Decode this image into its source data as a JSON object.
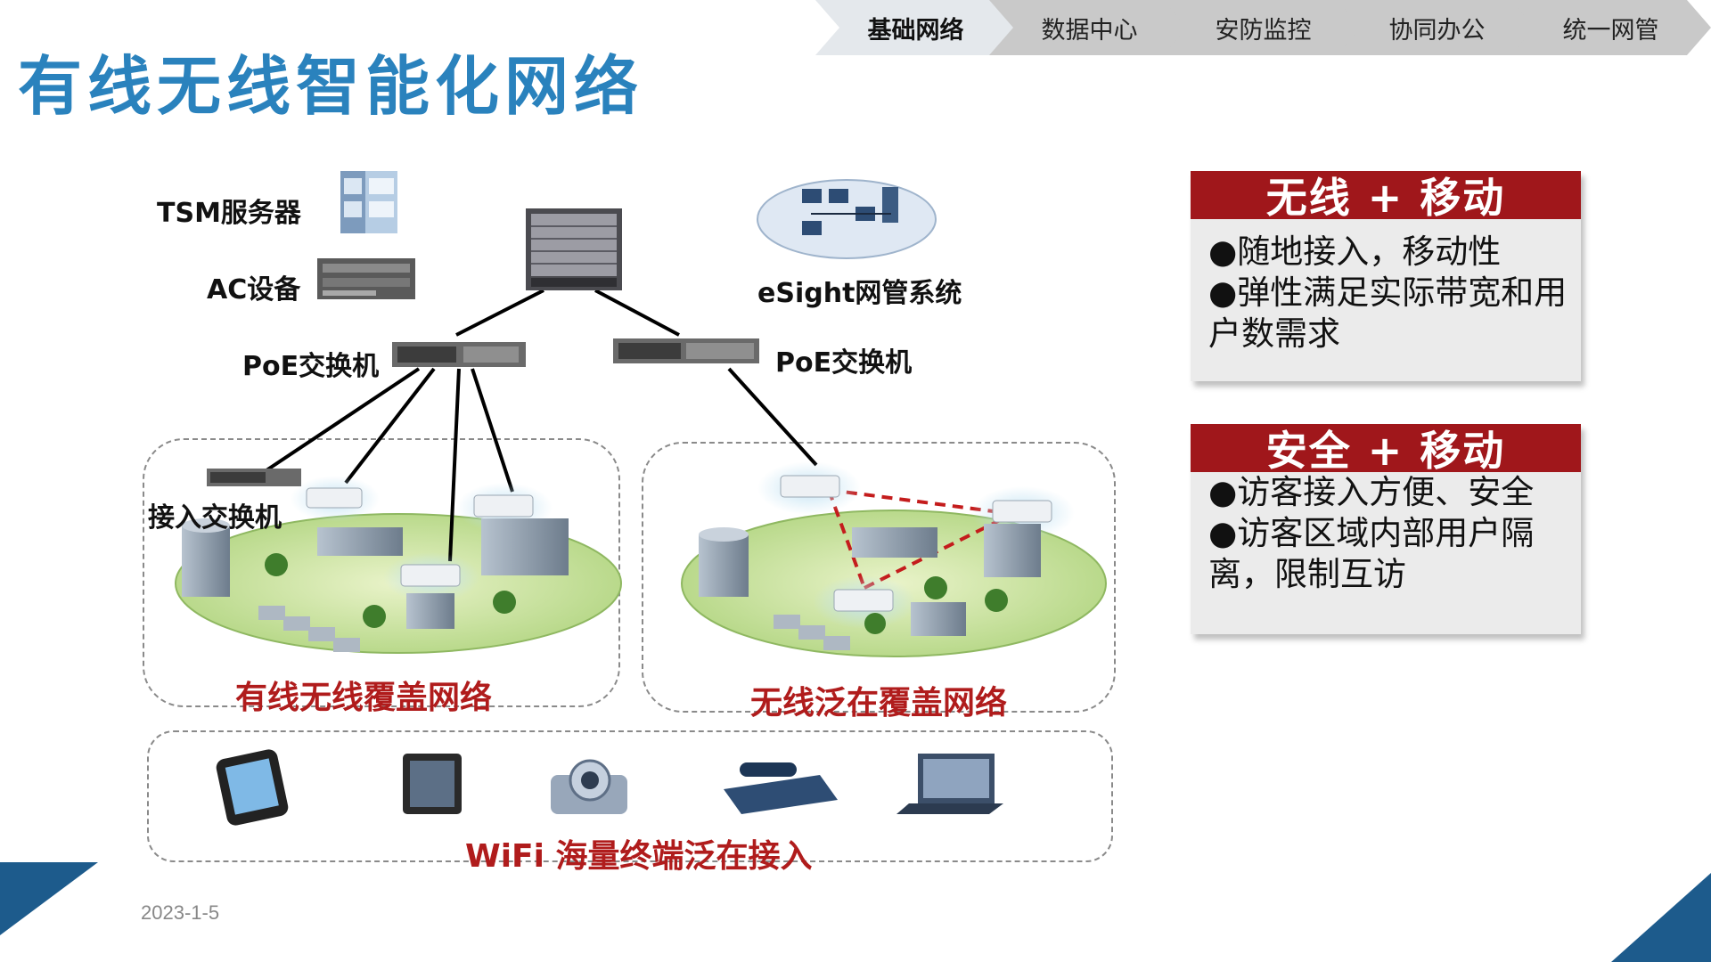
{
  "nav": {
    "items": [
      "基础网络",
      "数据中心",
      "安防监控",
      "协同办公",
      "统一网管"
    ],
    "active": "基础网络"
  },
  "slide_title": "有线无线智能化网络",
  "diagram": {
    "tsm_label": "TSM服务器",
    "ac_label": "AC设备",
    "esight_label": "eSight网管系统",
    "poe_left_label": "PoE交换机",
    "poe_right_label": "PoE交换机",
    "access_switch_label": "接入交换机",
    "zone_left_label": "有线无线覆盖网络",
    "zone_right_label": "无线泛在覆盖网络",
    "terminals_label": "WiFi 海量终端泛在接入"
  },
  "panels": [
    {
      "heading": "无线 + 移动",
      "points": [
        "●随地接入，移动性",
        "●弹性满足实际带宽和用户数需求"
      ]
    },
    {
      "heading": "安全 + 移动",
      "points": [
        "●访客接入方便、安全",
        "●访客区域内部用户隔离，限制互访"
      ]
    }
  ],
  "footer": {
    "date": "2023-1-5"
  },
  "colors": {
    "title_blue": "#2a82bd",
    "panel_red": "#a0171b",
    "label_red": "#b01c1c"
  }
}
